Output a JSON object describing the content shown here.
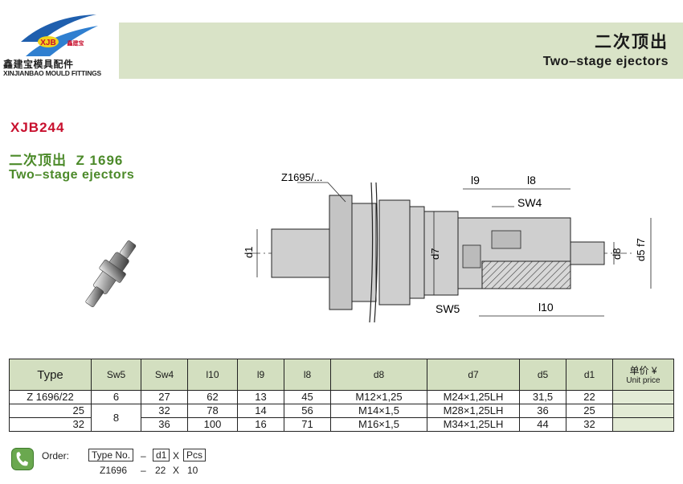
{
  "header": {
    "logo_text": "XJB",
    "logo_sub": "鑫建宝",
    "brand_cn": "鑫建宝模具配件",
    "brand_en": "XINJIANBAO MOULD FITTINGS",
    "title_cn": "二次顶出",
    "title_en": "Two–stage ejectors",
    "band_color": "#d9e3c7"
  },
  "product": {
    "code": "XJB244",
    "title_cn": "二次顶出  Z 1696",
    "title_en": "Two–stage ejectors",
    "code_color": "#c8102e",
    "title_color": "#4c8a2a"
  },
  "drawing": {
    "ref_label": "Z1695/...",
    "l9": "l9",
    "l8": "l8",
    "sw4": "SW4",
    "sw5": "SW5",
    "d1": "d1",
    "d7": "d7",
    "d8": "d8",
    "d5": "d5 f7",
    "l10": "l10"
  },
  "table": {
    "headers": [
      "Type",
      "Sw5",
      "Sw4",
      "l10",
      "l9",
      "l8",
      "d8",
      "d7",
      "d5",
      "d1"
    ],
    "price_header_cn": "单价 ¥",
    "price_header_en": "Unit price",
    "rows": [
      [
        "Z 1696/22",
        "6",
        "27",
        "62",
        "13",
        "45",
        "M12×1,25",
        "M24×1,25LH",
        "31,5",
        "22"
      ],
      [
        "25",
        "8",
        "32",
        "78",
        "14",
        "56",
        "M14×1,5",
        "M28×1,25LH",
        "36",
        "25"
      ],
      [
        "32",
        "",
        "36",
        "100",
        "16",
        "71",
        "M16×1,5",
        "M34×1,25LH",
        "44",
        "32"
      ]
    ]
  },
  "order": {
    "label": "Order:",
    "type_no": "Type No.",
    "dash": "–",
    "d1": "d1",
    "x": "X",
    "pcs": "Pcs",
    "example_type": "Z1696",
    "example_d1": "22",
    "example_pcs": "10"
  }
}
